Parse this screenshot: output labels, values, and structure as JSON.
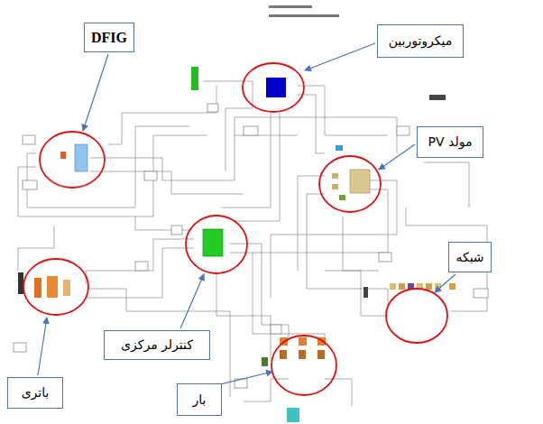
{
  "diagram": {
    "nodes": [
      {
        "text": [
          "DFIG"
        ]
      },
      {
        "text": [
          "میکروتوربین"
        ]
      },
      {
        "text": [
          "مولد PV"
        ]
      },
      {
        "text": [
          "شبکه"
        ]
      },
      {
        "text": [
          "کنترلر مرکزی"
        ]
      },
      {
        "text": [
          "باتری"
        ]
      },
      {
        "text": [
          "بار"
        ]
      }
    ]
  }
}
